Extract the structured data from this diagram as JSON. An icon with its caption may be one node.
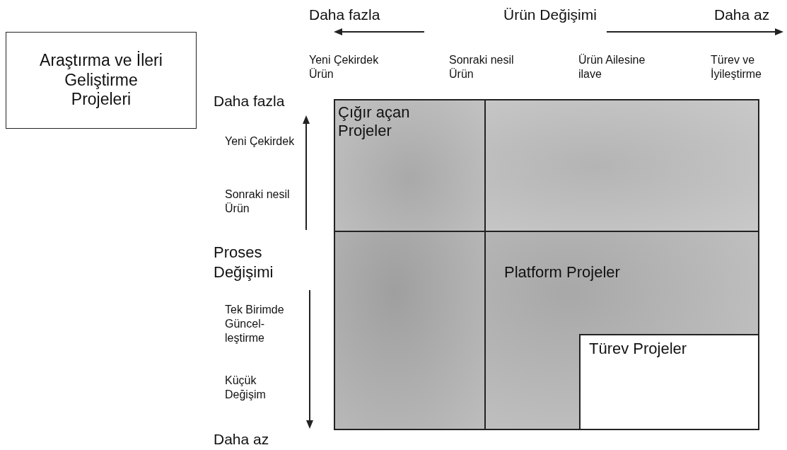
{
  "diagram": {
    "nodes": [
      {
        "text": [
          "Araştırma ve İleri Geliştirme Projeleri"
        ]
      },
      {
        "text": [],
        "shape": "box"
      },
      {
        "text": [
          "Çığır açan Projeler"
        ],
        "in": 1
      },
      {
        "text": [],
        "shape": "box",
        "in": 1
      },
      {
        "text": [],
        "shape": "box",
        "in": 1
      },
      {
        "text": [
          "Platform Projeler"
        ],
        "in": 1
      },
      {
        "text": [
          "Türev Projeler"
        ],
        "in": 5
      }
    ],
    "labels": [
      "Daha fazla",
      "Ürün Değişimi",
      "Daha az",
      "Yeni Çekirdek Ürün",
      "Sonraki nesil Ürün",
      "Ürün Ailesine ilave",
      "Türev ve İyileştirme",
      "Daha fazla",
      "Yeni Çekirdek",
      "Sonraki nesil Ürün",
      "Proses Değişimi",
      "Tek Birimde Güncel- leştirme",
      "Küçük Değişim",
      "Daha az"
    ]
  }
}
